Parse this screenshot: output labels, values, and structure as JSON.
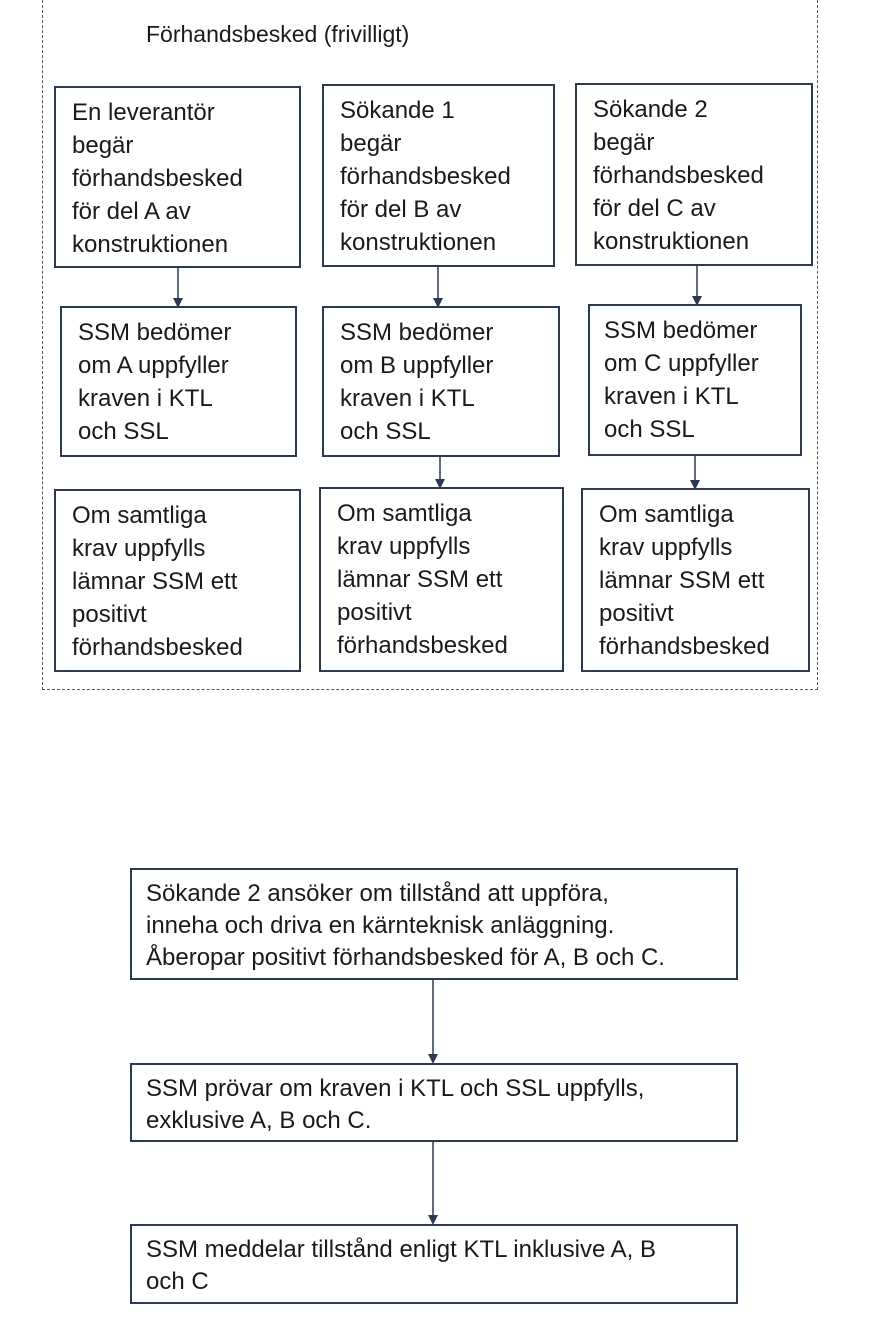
{
  "group": {
    "title": "Förhandsbesked (frivilligt)"
  },
  "columns": [
    {
      "request": "En leverantör\nbegär\nförhandsbesked\nför del A av\nkonstruktionen",
      "assess": "SSM bedömer\nom A uppfyller\nkraven i KTL\noch SSL",
      "result": "Om samtliga\nkrav uppfylls\nlämnar SSM ett\npositivt\nförhandsbesked"
    },
    {
      "request": "Sökande 1\nbegär\nförhandsbesked\nför del B av\nkonstruktionen",
      "assess": "SSM bedömer\nom B uppfyller\nkraven i KTL\noch SSL",
      "result": "Om samtliga\nkrav uppfylls\nlämnar SSM ett\npositivt\nförhandsbesked"
    },
    {
      "request": "Sökande 2\nbegär\nförhandsbesked\nför del C av\nkonstruktionen",
      "assess": "SSM bedömer\nom C uppfyller\nkraven i KTL\noch SSL",
      "result": "Om samtliga\nkrav uppfylls\nlämnar SSM ett\npositivt\nförhandsbesked"
    }
  ],
  "flow": {
    "apply": "Sökande 2 ansöker om tillstånd att uppföra,\ninneha och driva en kärnteknisk anläggning.\nÅberopar positivt förhandsbesked för A, B och C.",
    "review": "SSM prövar om kraven i KTL och SSL uppfylls,\nexklusive A, B och C.",
    "grant": "SSM meddelar tillstånd enligt KTL inklusive A, B\noch C"
  },
  "colors": {
    "border": "#2b3a52",
    "arrow": "#2b3a52",
    "dashed": "#555555"
  }
}
